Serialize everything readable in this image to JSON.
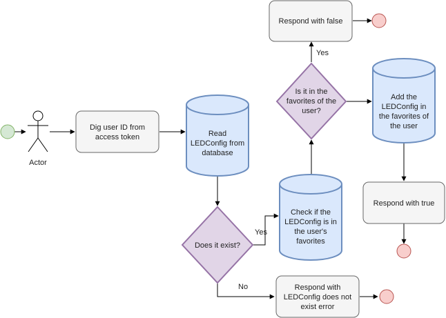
{
  "actor": {
    "label": "Actor"
  },
  "nodes": {
    "dig": {
      "lines": [
        "Dig user ID from",
        "access token"
      ]
    },
    "read_db": {
      "lines": [
        "Read",
        "LEDConfig from",
        "database"
      ]
    },
    "exists": {
      "lines": [
        "Does it exist?"
      ]
    },
    "check_fav": {
      "lines": [
        "Check if the",
        "LEDConfig is in",
        "the user's",
        "favorites"
      ]
    },
    "in_fav": {
      "lines": [
        "Is it in the",
        "favorites of the",
        "user?"
      ]
    },
    "respond_false": {
      "lines": [
        "Respond with false"
      ]
    },
    "add_fav": {
      "lines": [
        "Add the",
        "LEDConfig in",
        "the favorites of",
        "the user"
      ]
    },
    "respond_true": {
      "lines": [
        "Respond with true"
      ]
    },
    "respond_error": {
      "lines": [
        "Respond with",
        "LEDConfig does not",
        "exist error"
      ]
    }
  },
  "edge_labels": {
    "exists_yes": "Yes",
    "exists_no": "No",
    "fav_yes": "Yes"
  },
  "colors": {
    "start": "#d5e8d4",
    "start_stroke": "#82b366",
    "end": "#f8cecc",
    "end_stroke": "#b85450",
    "process": "#f5f5f5",
    "process_stroke": "#666666",
    "database": "#dae8fc",
    "database_stroke": "#6c8ebf",
    "decision": "#e1d5e7",
    "decision_stroke": "#9673a6"
  }
}
